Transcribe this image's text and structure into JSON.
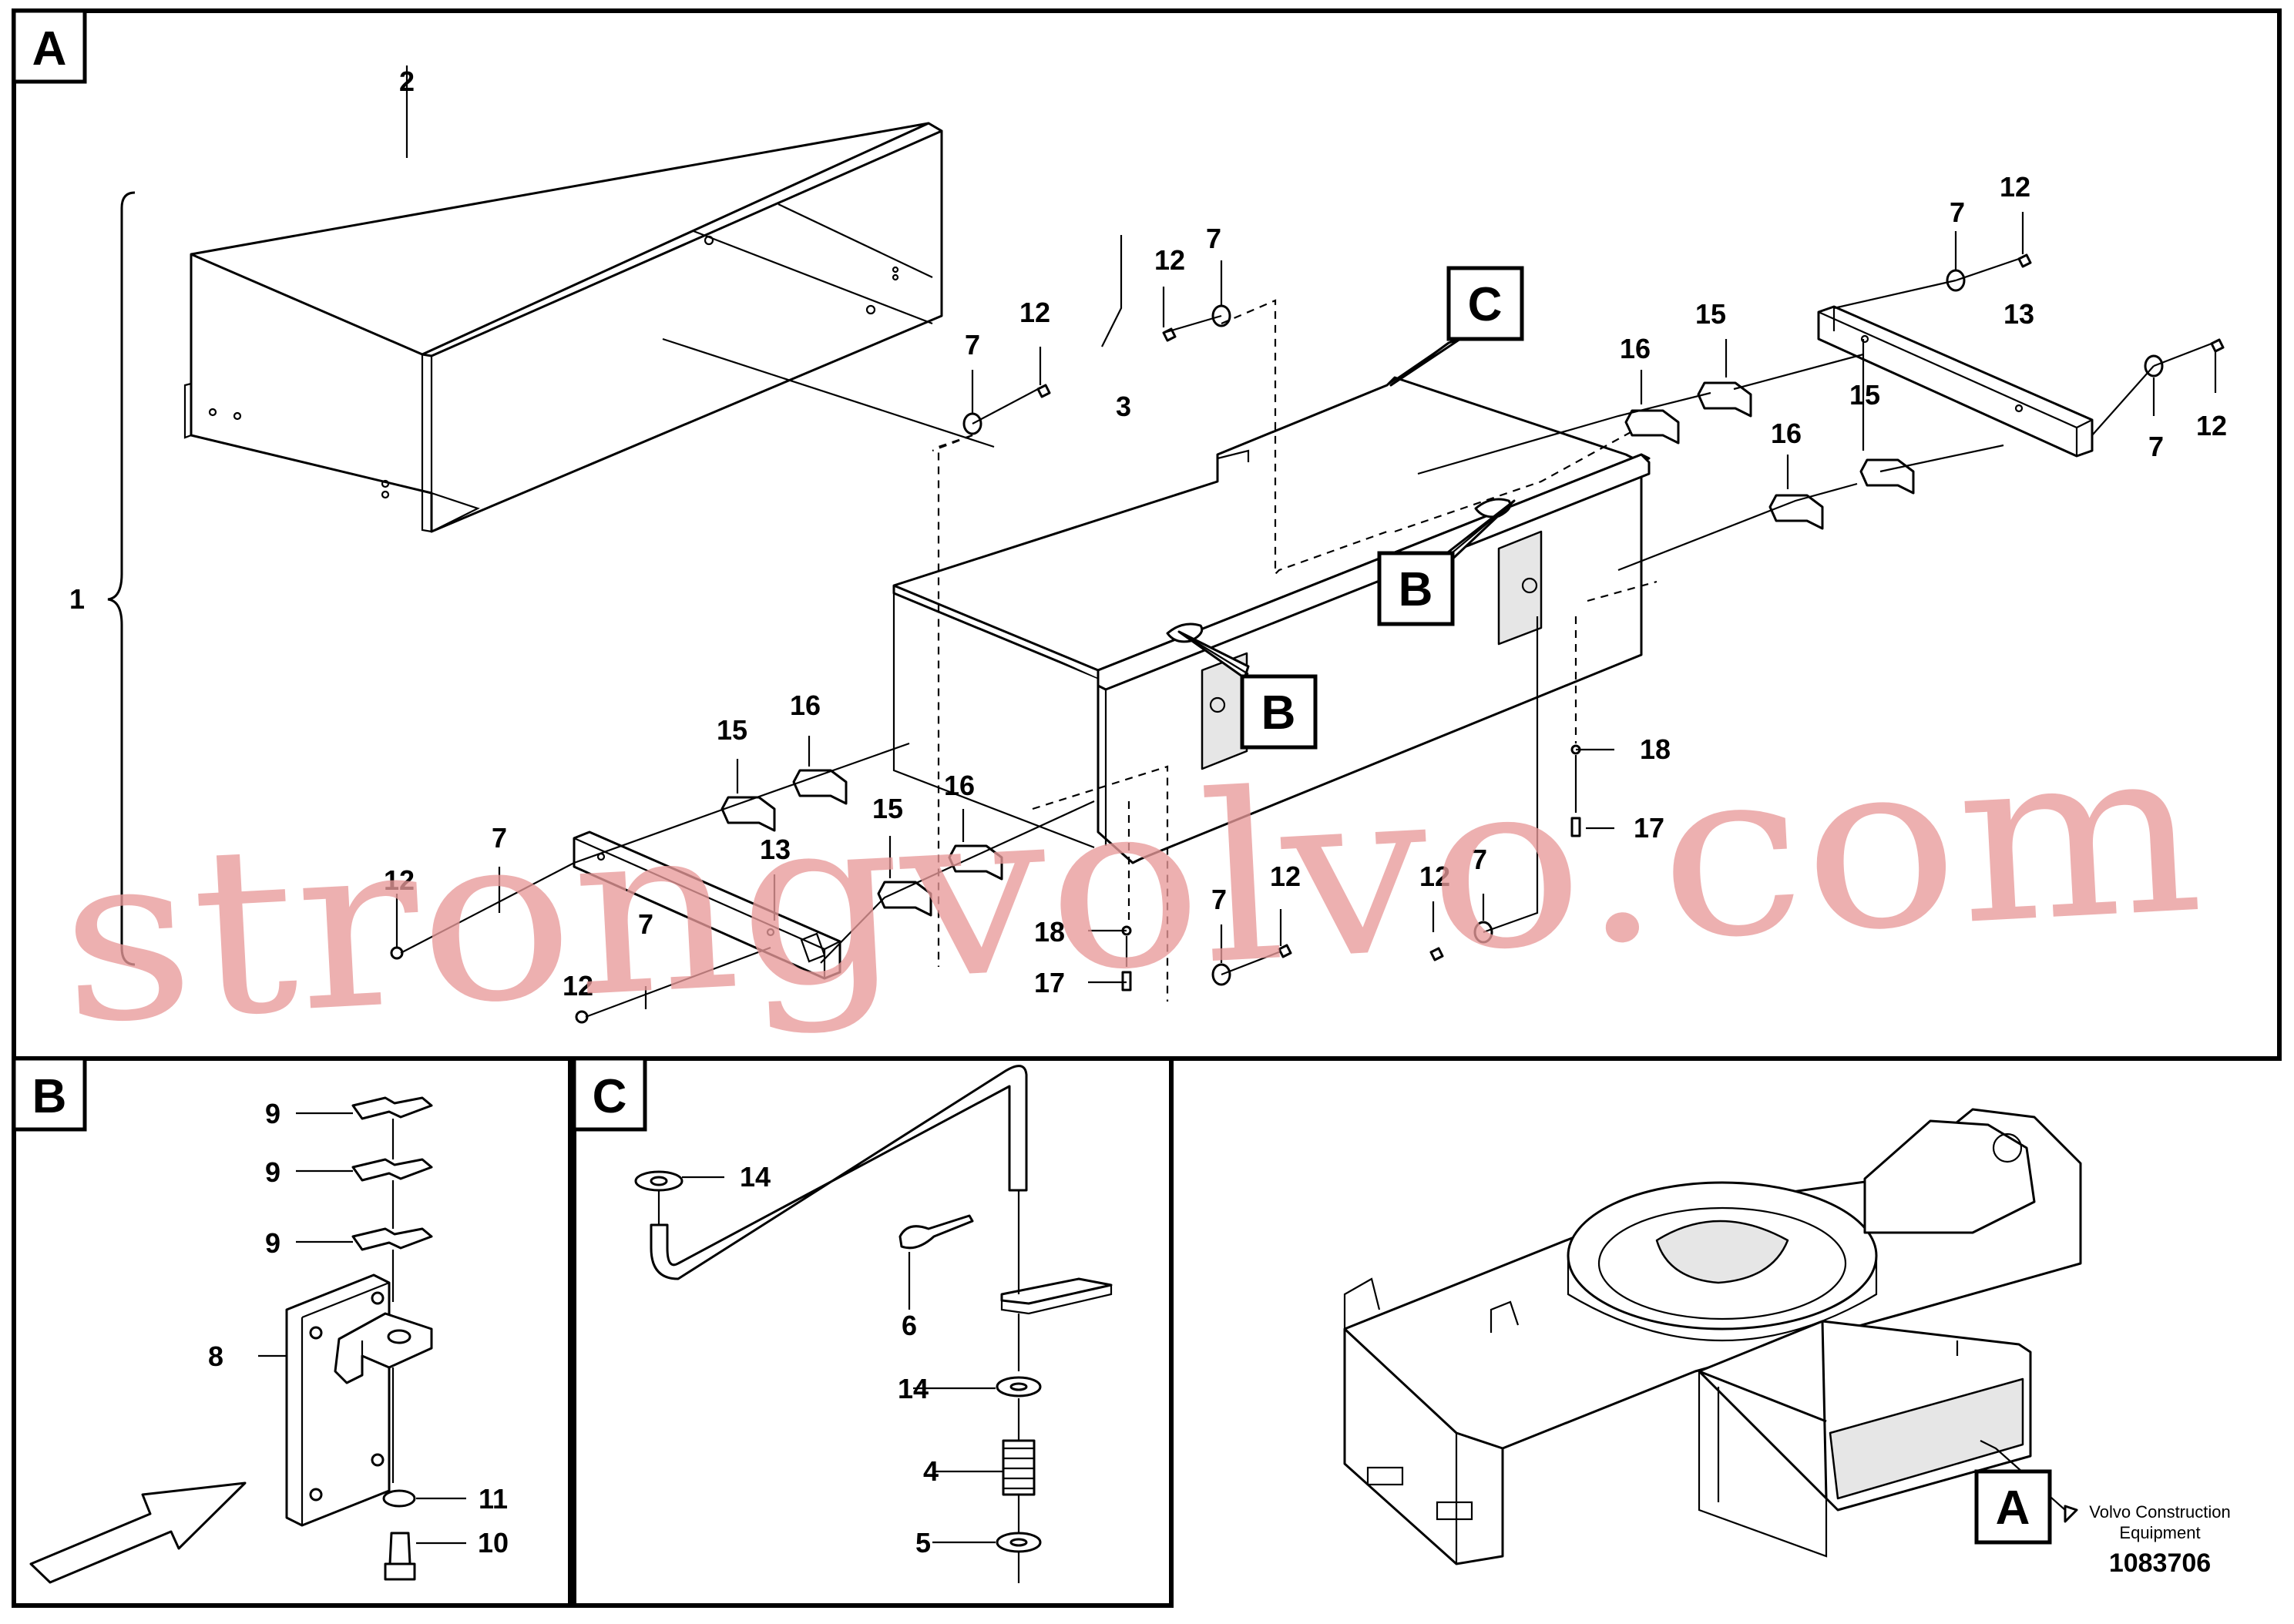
{
  "views": {
    "a": {
      "letter": "A"
    },
    "b": {
      "letter": "B"
    },
    "c": {
      "letter": "C"
    }
  },
  "callouts": {
    "b": "B",
    "c": "C",
    "a_location": "A"
  },
  "labels": {
    "n1": "1",
    "n2": "2",
    "n3": "3",
    "n4": "4",
    "n5": "5",
    "n6": "6",
    "n7": "7",
    "n8": "8",
    "n9": "9",
    "n10": "10",
    "n11": "11",
    "n12": "12",
    "n13": "13",
    "n14": "14",
    "n15": "15",
    "n16": "16",
    "n17": "17",
    "n18": "18"
  },
  "footer": {
    "manufacturer_line1": "Volvo Construction",
    "manufacturer_line2": "Equipment",
    "figure_number": "1083706"
  },
  "watermark": "strongvolvo.com"
}
